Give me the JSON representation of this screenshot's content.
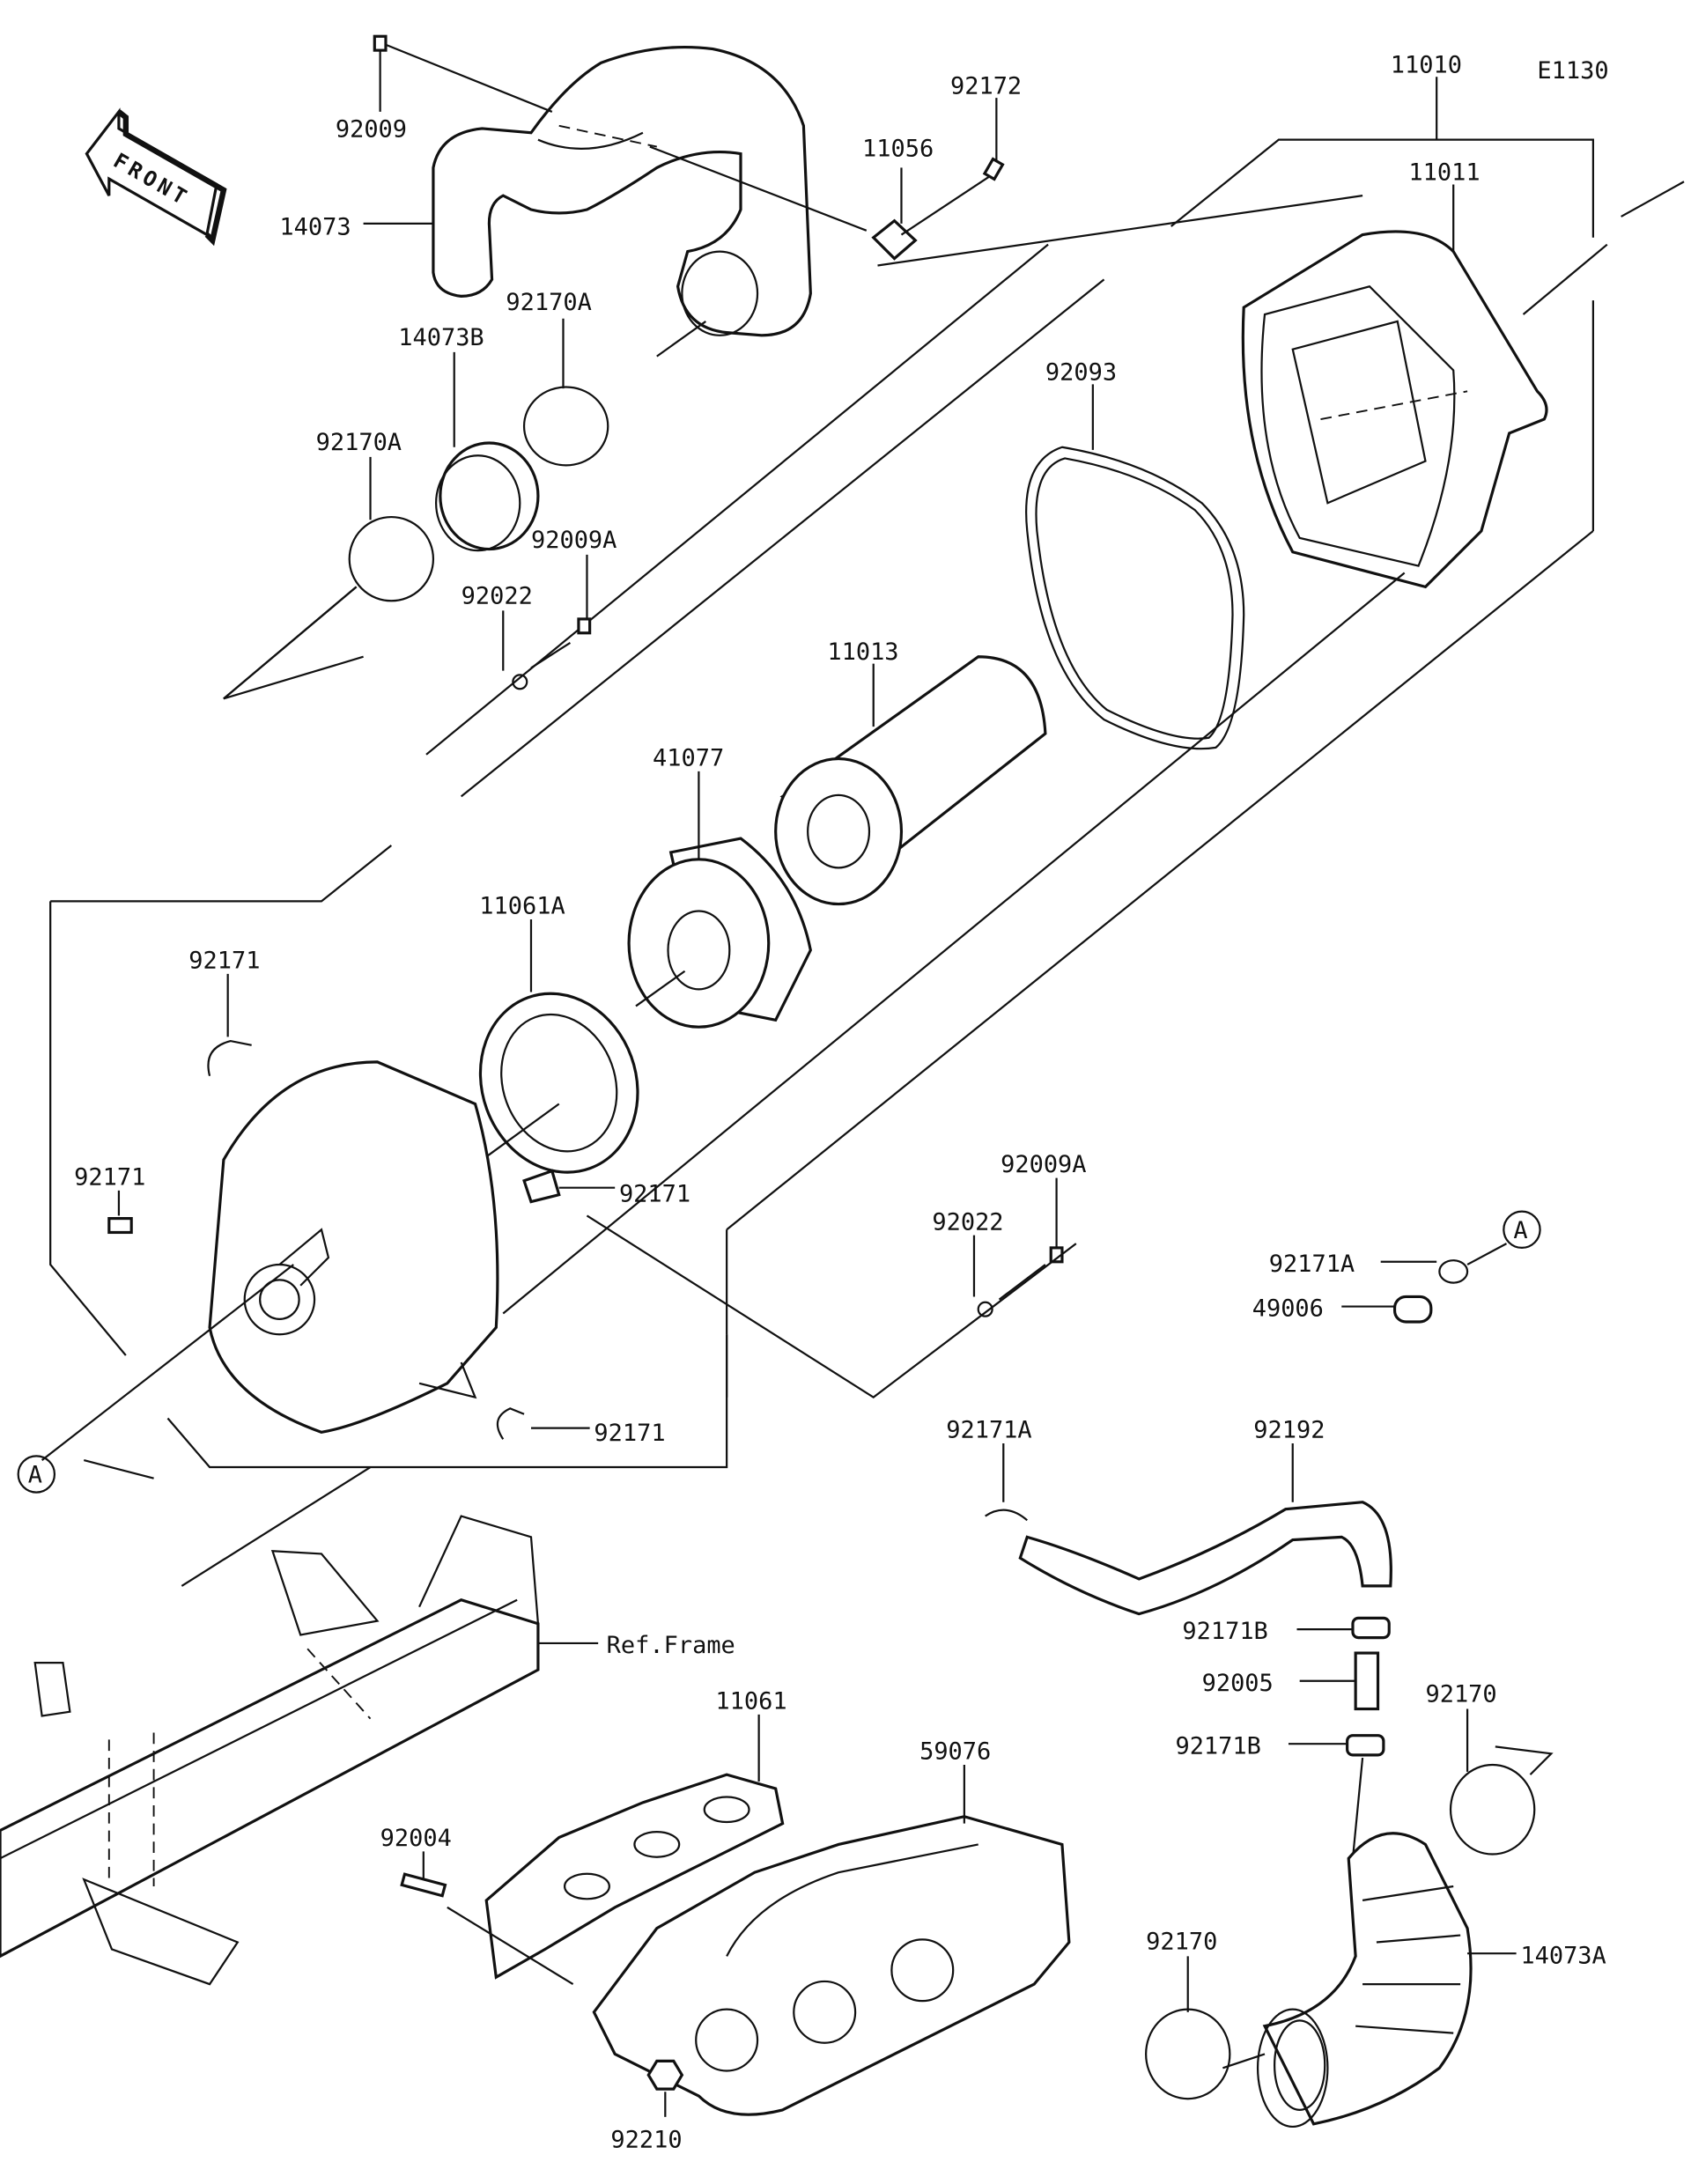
{
  "diagram": {
    "code": "E1130",
    "front_label": "FRONT",
    "labels": [
      {
        "text": "92009"
      },
      {
        "text": "14073"
      },
      {
        "text": "92170A"
      },
      {
        "text": "14073B"
      },
      {
        "text": "92170A"
      },
      {
        "text": "92009A"
      },
      {
        "text": "92022"
      },
      {
        "text": "11056"
      },
      {
        "text": "92172"
      },
      {
        "text": "11010"
      },
      {
        "text": "11011"
      },
      {
        "text": "92093"
      },
      {
        "text": "11013"
      },
      {
        "text": "41077"
      },
      {
        "text": "11061A"
      },
      {
        "text": "92171"
      },
      {
        "text": "92171"
      },
      {
        "text": "92171"
      },
      {
        "text": "92171"
      },
      {
        "text": "92009A"
      },
      {
        "text": "92022"
      },
      {
        "text": "92171A"
      },
      {
        "text": "49006"
      },
      {
        "text": "92171A"
      },
      {
        "text": "92192"
      },
      {
        "text": "Ref.Frame"
      },
      {
        "text": "11061"
      },
      {
        "text": "59076"
      },
      {
        "text": "92004"
      },
      {
        "text": "92210"
      },
      {
        "text": "92171B"
      },
      {
        "text": "92005"
      },
      {
        "text": "92171B"
      },
      {
        "text": "92170"
      },
      {
        "text": "14073A"
      },
      {
        "text": "92170"
      }
    ],
    "callouts": [
      "A",
      "A"
    ]
  }
}
